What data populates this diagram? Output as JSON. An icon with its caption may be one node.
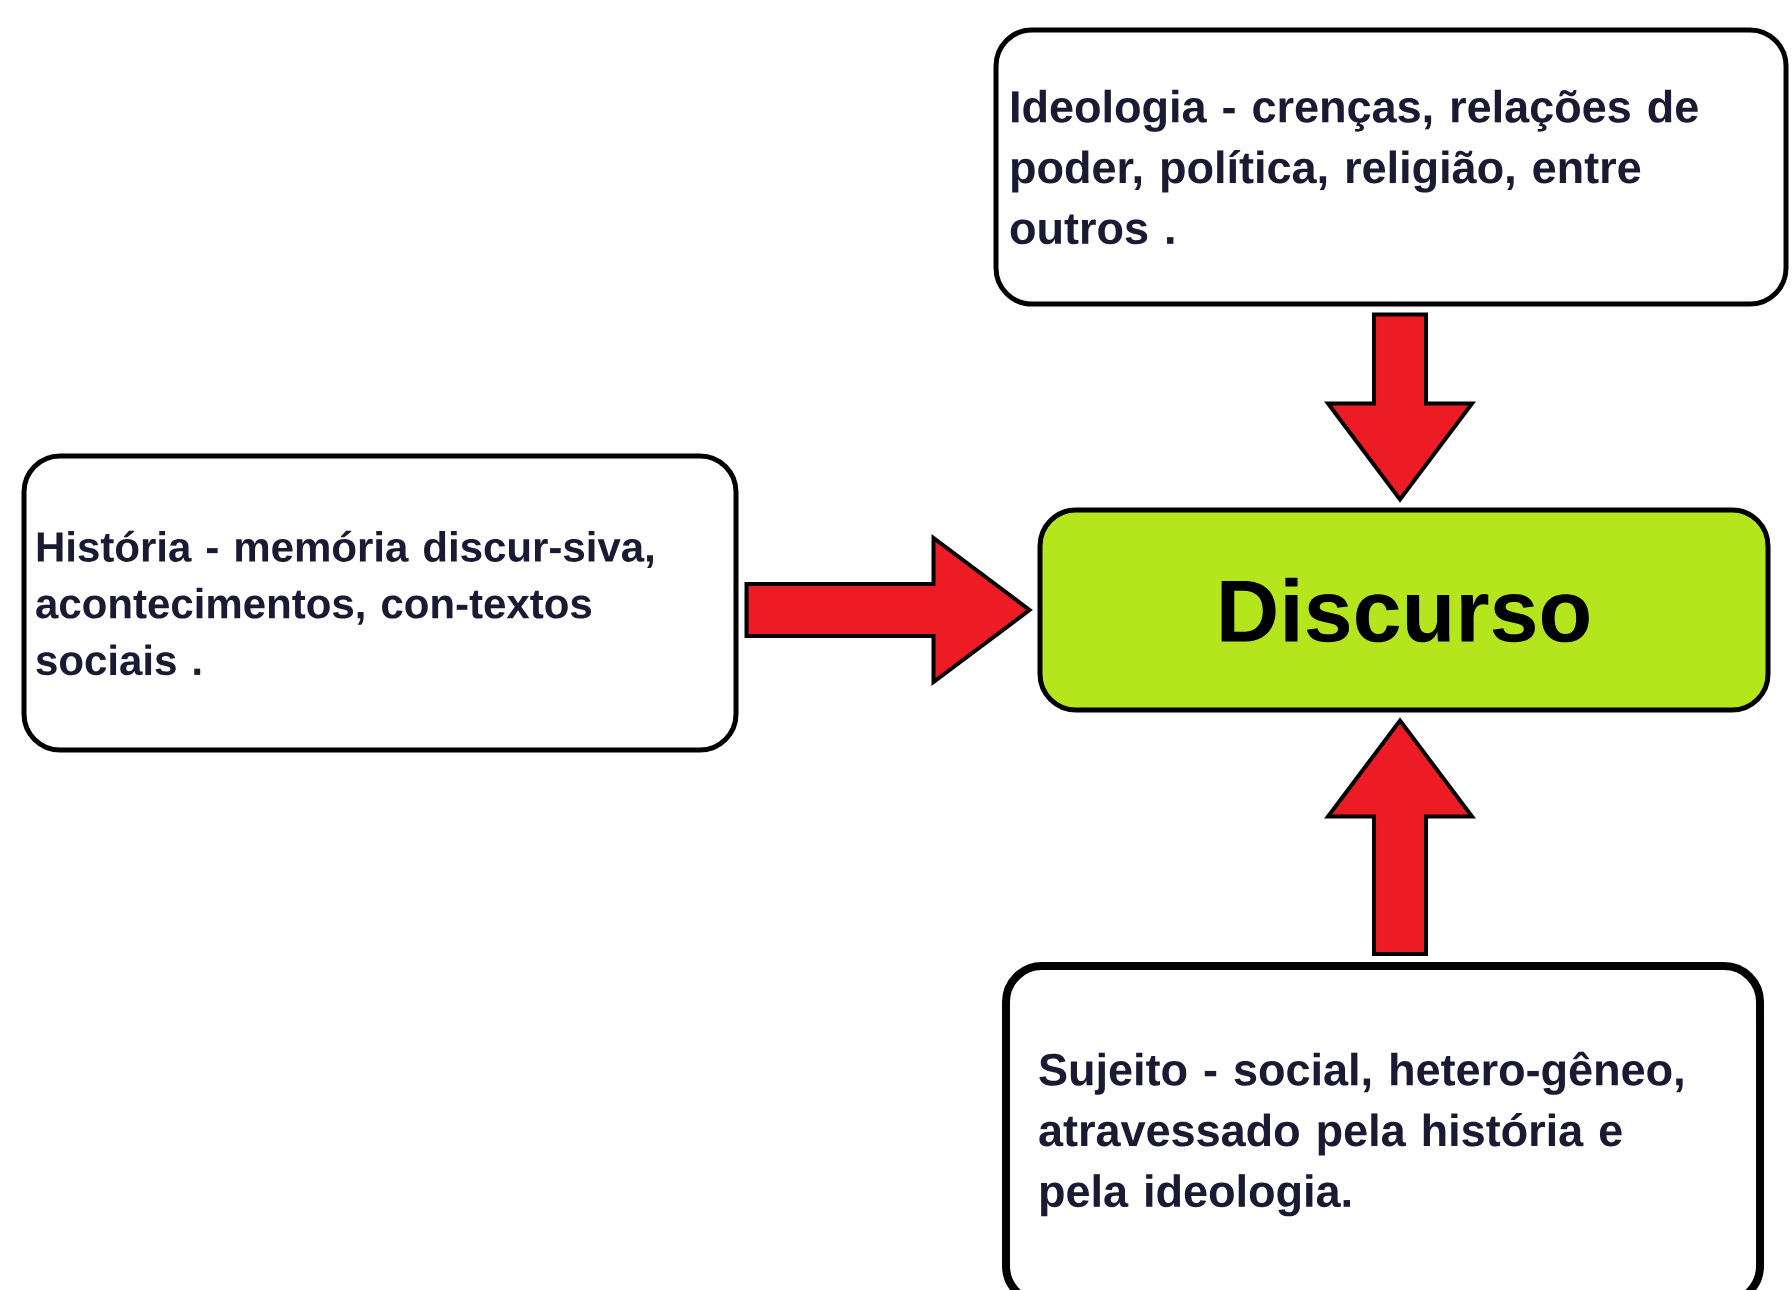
{
  "diagram": {
    "nodes": [
      {
        "text": [
          "Ideologia -  crenças, relações de poder, política, religião, entre outros ."
        ]
      },
      {
        "text": [
          "História - memória discur-siva, acontecimentos, con-textos sociais ."
        ]
      },
      {
        "text": [
          "Discurso"
        ]
      },
      {
        "text": [
          "Sujeito -  social, hetero-gêneo, atravessado pela história e pela ideologia."
        ]
      }
    ],
    "edges": [
      {
        "from": 0,
        "to": 2,
        "arrow": "to"
      },
      {
        "from": 1,
        "to": 2,
        "arrow": "to"
      },
      {
        "from": 3,
        "to": 2,
        "arrow": "to"
      }
    ]
  }
}
